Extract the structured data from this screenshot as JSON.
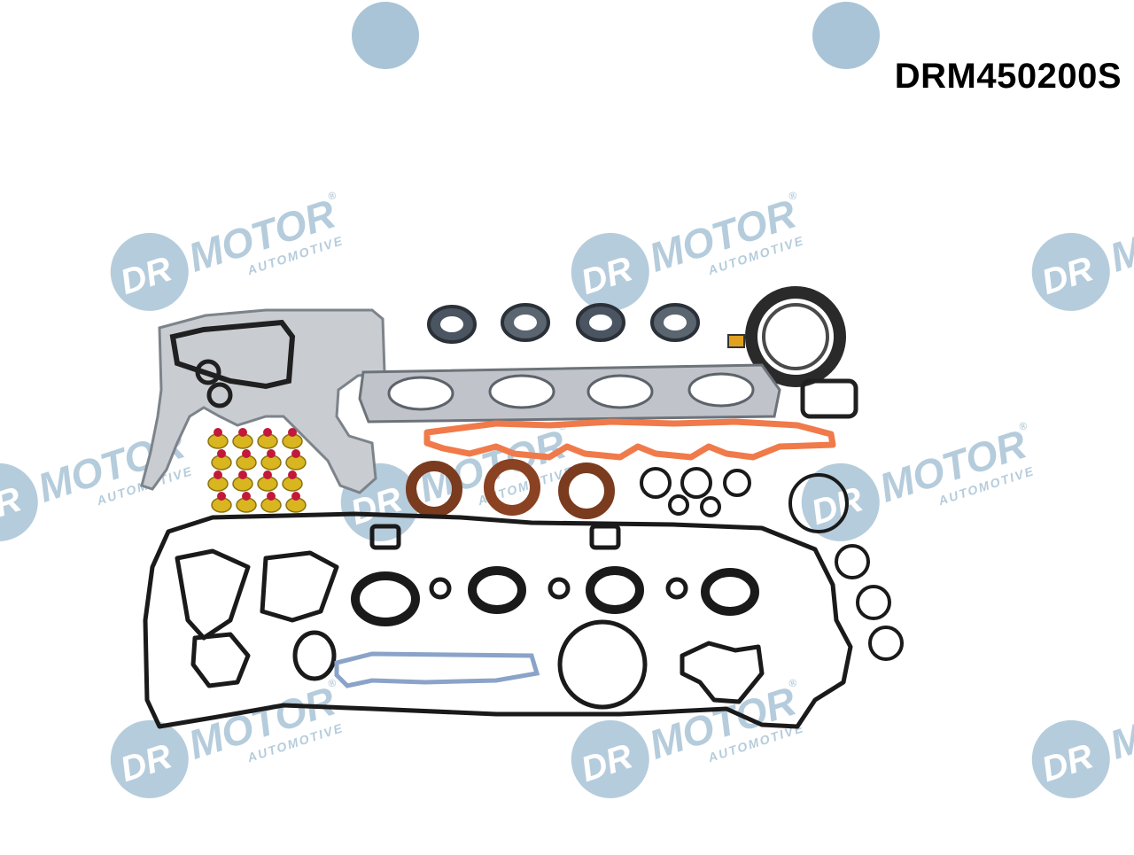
{
  "product": {
    "part_code": "DRM450200S"
  },
  "watermark": {
    "brand_left": "DR",
    "brand_right": "MOTOR",
    "sub_label": "AUTOMOTIVE",
    "registered": "®"
  },
  "colors": {
    "watermark_blue": "#a9c4d6",
    "gasket_black": "#1a1a1a",
    "steel_gray": "#b8bcc2",
    "seal_brown": "#7a3b1e",
    "intake_orange": "#f07a4a",
    "valve_seal_yellow": "#d9b520",
    "valve_seal_red": "#c2183a",
    "blue_gasket": "#8aa3c8"
  }
}
